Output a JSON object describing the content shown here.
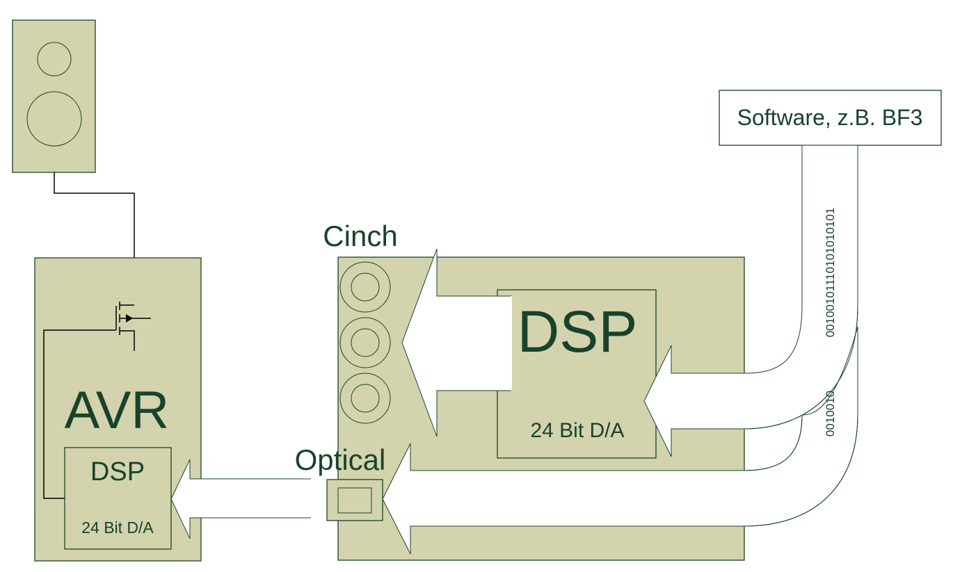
{
  "colors": {
    "block_fill": "#d3d3ad",
    "outline": "#17432a",
    "text": "#17432a",
    "background": "#ffffff",
    "arrow_fill": "#ffffff",
    "wire": "#000000"
  },
  "software": {
    "label": "Software, z.B. BF3",
    "bitstream_1": "00100101110101010101",
    "bitstream_2": "0010010"
  },
  "source_device": {
    "cinch_label": "Cinch",
    "optical_label": "Optical",
    "dsp_title": "DSP",
    "dsp_subtitle": "24 Bit D/A",
    "cinch_jack_count": 3
  },
  "avr": {
    "title": "AVR",
    "dsp_title": "DSP",
    "dsp_subtitle": "24 Bit D/A"
  },
  "speaker": {
    "icon": "speaker-icon"
  },
  "amplifier": {
    "icon": "transistor-icon"
  }
}
